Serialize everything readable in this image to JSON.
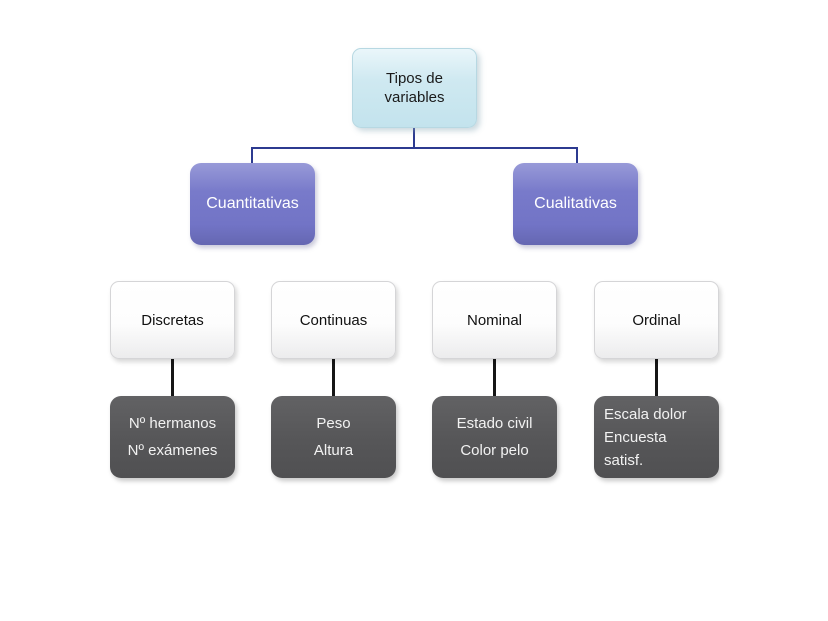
{
  "root": {
    "label": "Tipos de variables"
  },
  "branches": [
    {
      "label": "Cuantitativas"
    },
    {
      "label": "Cualitativas"
    }
  ],
  "types": [
    {
      "label": "Discretas",
      "examples": [
        "Nº hermanos",
        "Nº exámenes"
      ]
    },
    {
      "label": "Continuas",
      "examples": [
        "Peso",
        "Altura"
      ]
    },
    {
      "label": "Nominal",
      "examples": [
        "Estado civil",
        "Color pelo"
      ]
    },
    {
      "label": "Ordinal",
      "examples": [
        "Escala dolor",
        "Encuesta satisf."
      ]
    }
  ],
  "colors": {
    "root_fill": "#cfe9f1",
    "branch_fill": "#7577c9",
    "type_fill": "#ffffff",
    "example_fill": "#565658",
    "connector_navy": "#2c3a90",
    "connector_black": "#161616"
  }
}
